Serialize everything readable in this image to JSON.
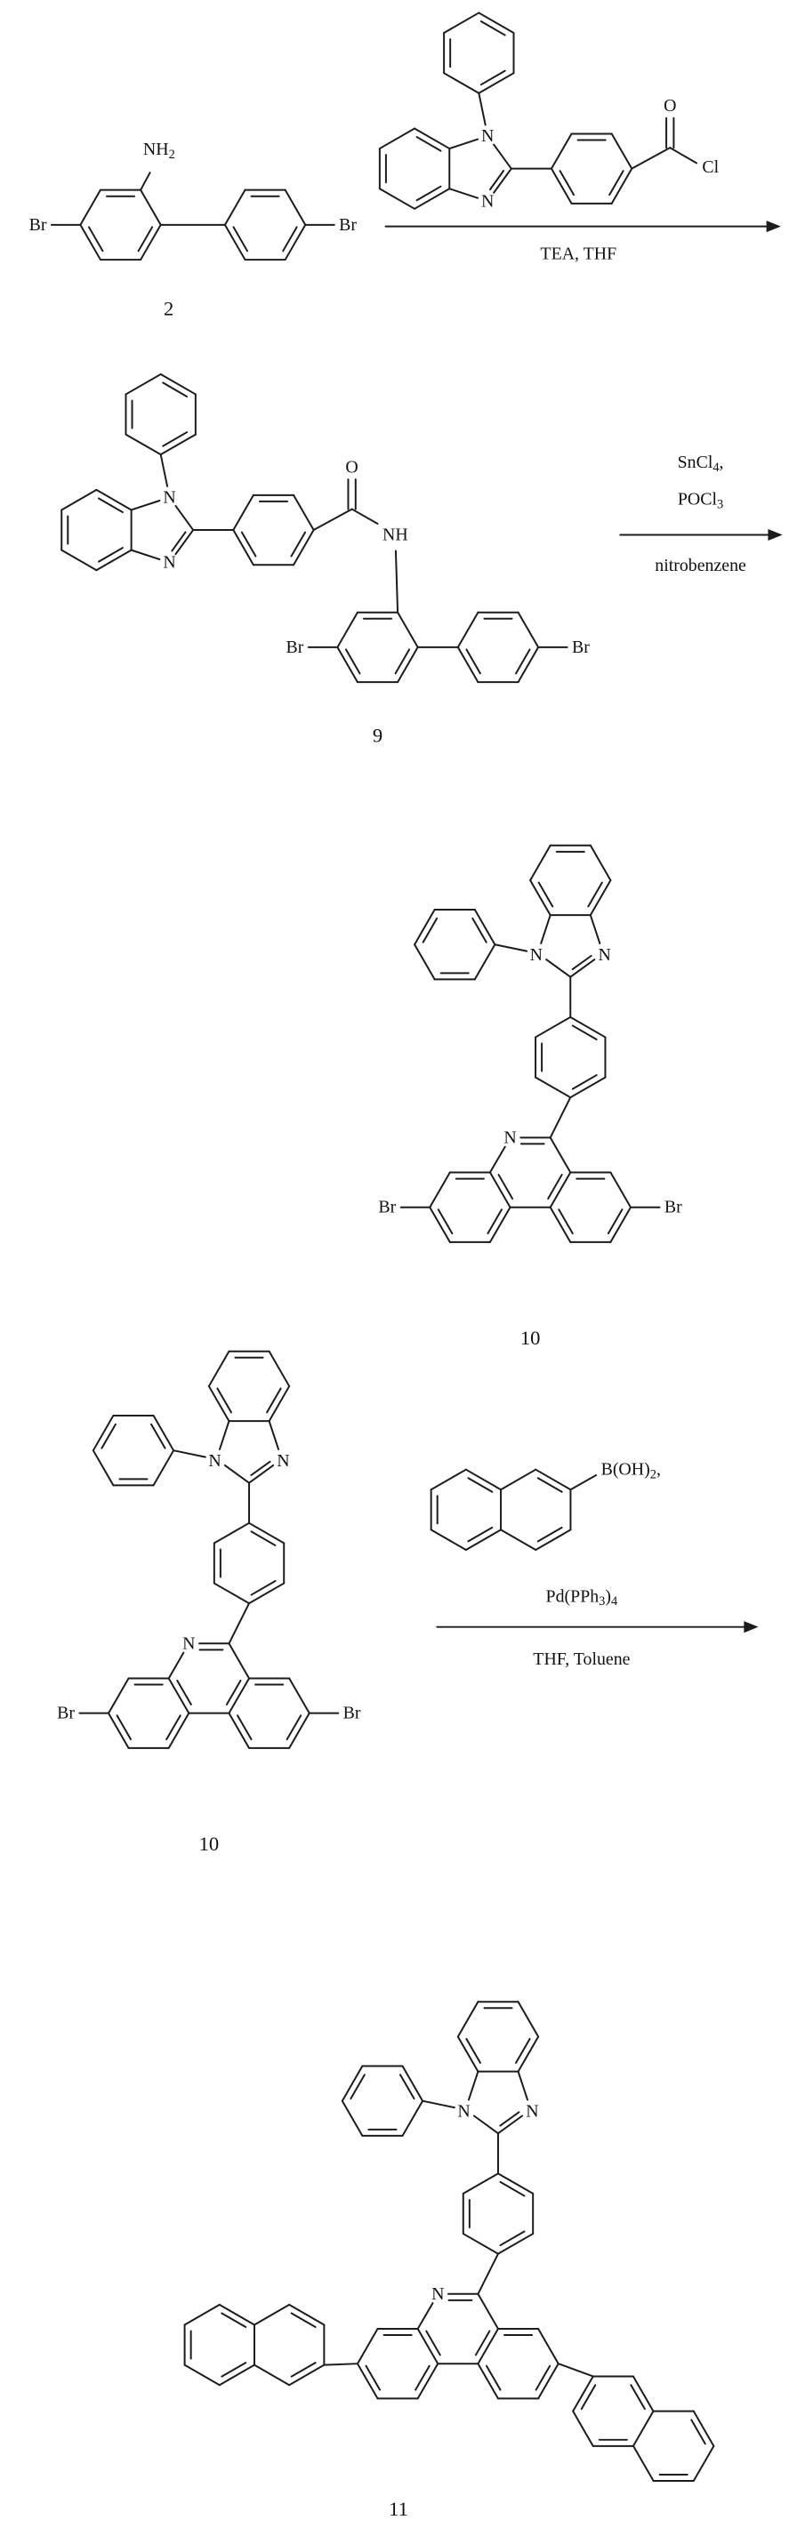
{
  "compound_2": {
    "caption": "2",
    "amine": {
      "main": "NH",
      "sub": "2"
    },
    "br_left": "Br",
    "br_right": "Br"
  },
  "acyl_chloride": {
    "n1": "N",
    "n3": "N",
    "carbonyl_o": "O",
    "cl": "Cl"
  },
  "arrow_1": {
    "below": "TEA, THF"
  },
  "compound_9": {
    "caption": "9",
    "n1": "N",
    "n3": "N",
    "carbonyl_o": "O",
    "amide_nh": "NH",
    "br_left": "Br",
    "br_right": "Br"
  },
  "arrow_2": {
    "reagent1": {
      "main": "SnCl",
      "sub": "4",
      "tail": ","
    },
    "reagent2": {
      "main": "POCl",
      "sub": "3"
    },
    "below": "nitrobenzene"
  },
  "compound_10": {
    "caption": "10",
    "n1": "N",
    "n3": "N",
    "ring_n": "N",
    "br_left": "Br",
    "br_right": "Br"
  },
  "compound_10b": {
    "caption": "10",
    "n1": "N",
    "n3": "N",
    "ring_n": "N",
    "br_left": "Br",
    "br_right": "Br"
  },
  "boronic_acid": {
    "label": {
      "main": "B(OH)",
      "sub": "2",
      "tail": ","
    }
  },
  "arrow_3": {
    "catalyst": {
      "p1": "Pd(PPh",
      "s1": "3",
      "p2": ")",
      "s2": "4"
    },
    "below": "THF, Toluene"
  },
  "compound_11": {
    "caption": "11",
    "n1": "N",
    "n3": "N",
    "ring_n": "N"
  }
}
